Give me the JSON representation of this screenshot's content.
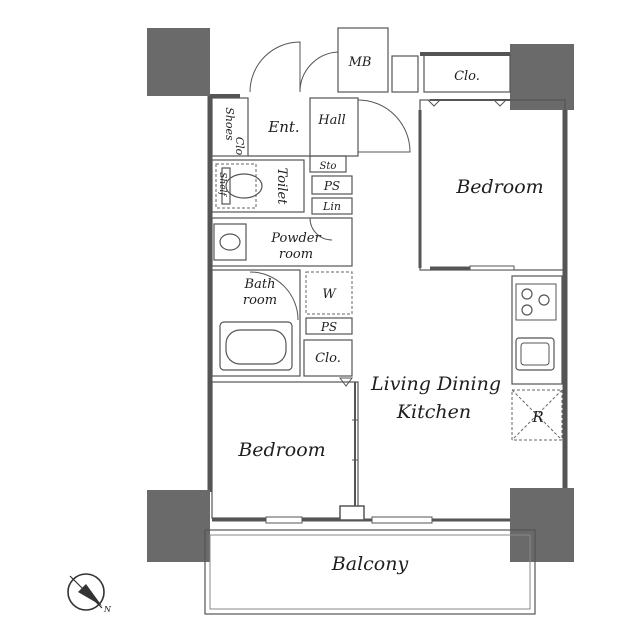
{
  "floorplan": {
    "rooms": {
      "mb": "MB",
      "closet_top": "Clo.",
      "shoes_line1": "Shoes",
      "shoes_line2": "Clo",
      "entrance": "Ent.",
      "hall": "Hall",
      "storage": "Sto",
      "bedroom_upper": "Bedroom",
      "toilet": "Toilet",
      "shelf": "Shelf",
      "ps_upper": "PS",
      "linen": "Lin",
      "powder_line1": "Powder",
      "powder_line2": "room",
      "bath_line1": "Bath",
      "bath_line2": "room",
      "washer": "W",
      "ps_lower": "PS",
      "closet_lower": "Clo.",
      "ldk_line1": "Living Dining",
      "ldk_line2": "Kitchen",
      "fridge": "R",
      "bedroom_lower": "Bedroom",
      "balcony": "Balcony"
    },
    "compass": {
      "north_label": "N"
    },
    "icons": [
      "compass-icon",
      "stove-icon",
      "sink-icon",
      "bathtub-icon",
      "washbasin-icon",
      "toilet-icon"
    ]
  }
}
